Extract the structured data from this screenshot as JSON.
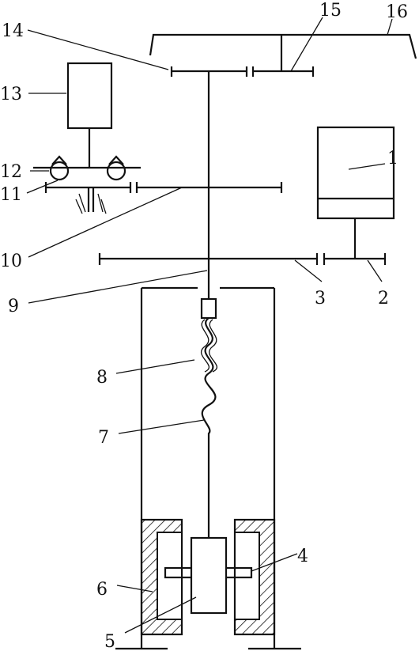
{
  "diagram": {
    "labels": {
      "l1": "1",
      "l2": "2",
      "l3": "3",
      "l4": "4",
      "l5": "5",
      "l6": "6",
      "l7": "7",
      "l8": "8",
      "l9": "9",
      "l10": "10",
      "l11": "11",
      "l12": "12",
      "l13": "13",
      "l14": "14",
      "l15": "15",
      "l16": "16"
    }
  }
}
